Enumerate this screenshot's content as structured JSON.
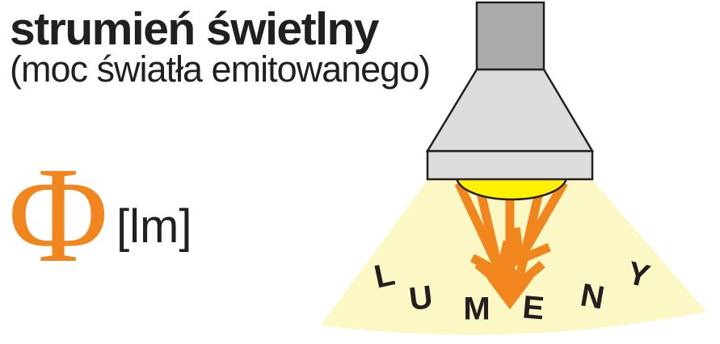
{
  "colors": {
    "bg": "#ffffff",
    "ink": "#231f20",
    "orange": "#f0861d",
    "cone": "#fcf8c6",
    "bulb": "#fff100",
    "neck": "#ababab",
    "shade": "#dcdcdc"
  },
  "header": {
    "title": "strumień świetlny",
    "subtitle": "(moc światła emitowanego)"
  },
  "formula": {
    "symbol": "Φ",
    "unit": "[lm]"
  },
  "beam": {
    "word": "LUMENY",
    "letters": [
      "L",
      "U",
      "M",
      "E",
      "N",
      "Y"
    ]
  }
}
